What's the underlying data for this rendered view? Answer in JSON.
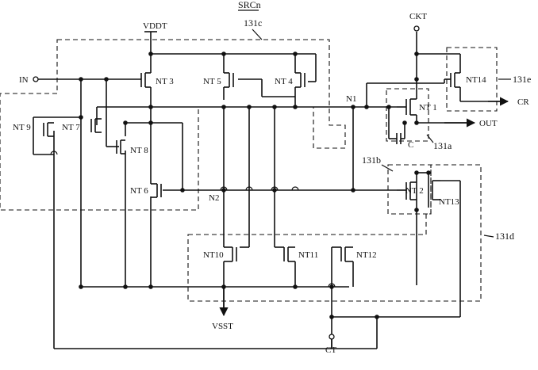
{
  "diagram": {
    "title": "SRCn",
    "supply": {
      "vddt": "VDDT",
      "vsst": "VSST",
      "ckt": "CKT",
      "ct": "CT"
    },
    "ports": {
      "in": "IN",
      "out": "OUT",
      "cr": "CR"
    },
    "nodes": {
      "n1": "N1",
      "n2": "N2"
    },
    "capacitor": "C",
    "transistors": {
      "nt1": "NT 1",
      "nt2": "NT 2",
      "nt3": "NT 3",
      "nt4": "NT 4",
      "nt5": "NT 5",
      "nt6": "NT 6",
      "nt7": "NT 7",
      "nt8": "NT 8",
      "nt9": "NT 9",
      "nt10": "NT10",
      "nt11": "NT11",
      "nt12": "NT12",
      "nt13": "NT13",
      "nt14": "NT14"
    },
    "blocks": {
      "b131a": "131a",
      "b131b": "131b",
      "b131c": "131c",
      "b131d": "131d",
      "b131e": "131e"
    }
  }
}
